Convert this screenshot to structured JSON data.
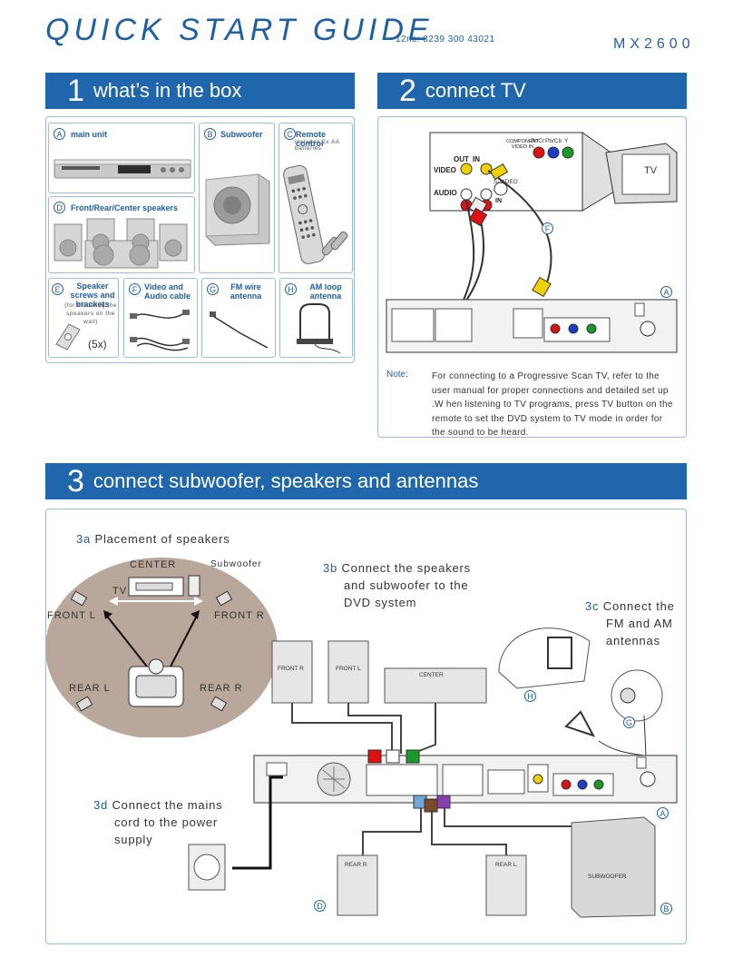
{
  "header": {
    "title": "QUICK START GUIDE",
    "doc_code": "12nc: 8239 300 43021",
    "model": "MX2600"
  },
  "section1": {
    "number": "1",
    "title": "what’s in the box",
    "items": [
      {
        "letter": "A",
        "label": "main unit"
      },
      {
        "letter": "B",
        "label": "Subwoofer"
      },
      {
        "letter": "C",
        "label": "Remote control",
        "sub": "includes 2x AA batteries"
      },
      {
        "letter": "D",
        "label": "Front/Rear/Center speakers"
      },
      {
        "letter": "E",
        "label": "Speaker screws and brackets",
        "sub": "(for mounting the speakers on the wall)",
        "count": "(5x)"
      },
      {
        "letter": "F",
        "label": "Video and Audio cable"
      },
      {
        "letter": "G",
        "label": "FM wire antenna"
      },
      {
        "letter": "H",
        "label": "AM loop antenna"
      }
    ]
  },
  "section2": {
    "number": "2",
    "title": "connect TV",
    "tv_label": "TV",
    "tv_panel": {
      "component": "COMPONENT VIDEO IN",
      "pr": "Pr/Cr",
      "pb": "Pb/Cb",
      "y": "Y",
      "out": "OUT",
      "in": "IN",
      "video": "VIDEO",
      "audio": "AUDIO",
      "s_video": "S-VIDEO",
      "s_in": "IN"
    },
    "callout_f": "F",
    "callout_a": "A",
    "note_label": "Note:",
    "note_text": "For connecting to a Progressive Scan TV, refer to the user manual for proper connections and detailed set up .W hen listening to TV programs, press TV button on the remote to set the DVD system to TV mode in order for the sound to be heard."
  },
  "section3": {
    "number": "3",
    "title": "connect subwoofer, speakers and antennas",
    "s3a_key": "3a",
    "s3a_text": "Placement of speakers",
    "placement": {
      "center": "CENTER",
      "subwoofer": "Subwoofer",
      "tv": "TV",
      "front_l": "FRONT L",
      "front_r": "FRONT R",
      "rear_l": "REAR L",
      "rear_r": "REAR R"
    },
    "s3b_key": "3b",
    "s3b_lines": [
      "Connect the speakers",
      "and subwoofer to the",
      "DVD system"
    ],
    "s3c_key": "3c",
    "s3c_lines": [
      "Connect the",
      "FM and AM",
      "antennas"
    ],
    "s3d_key": "3d",
    "s3d_lines": [
      "Connect the mains",
      "cord to the power",
      "supply"
    ],
    "speakers": {
      "front_r": "FRONT R",
      "front_l": "FRONT L",
      "center": "CENTER",
      "rear_r": "REAR R",
      "rear_l": "REAR L",
      "subwoofer": "SUBWOOFER"
    },
    "callouts": {
      "h": "H",
      "g": "G",
      "a": "A",
      "d": "D",
      "b": "B"
    }
  },
  "colors": {
    "brand_blue": "#1f66ad",
    "panel_border": "#9dbad6",
    "beige": "#b9a79c"
  }
}
